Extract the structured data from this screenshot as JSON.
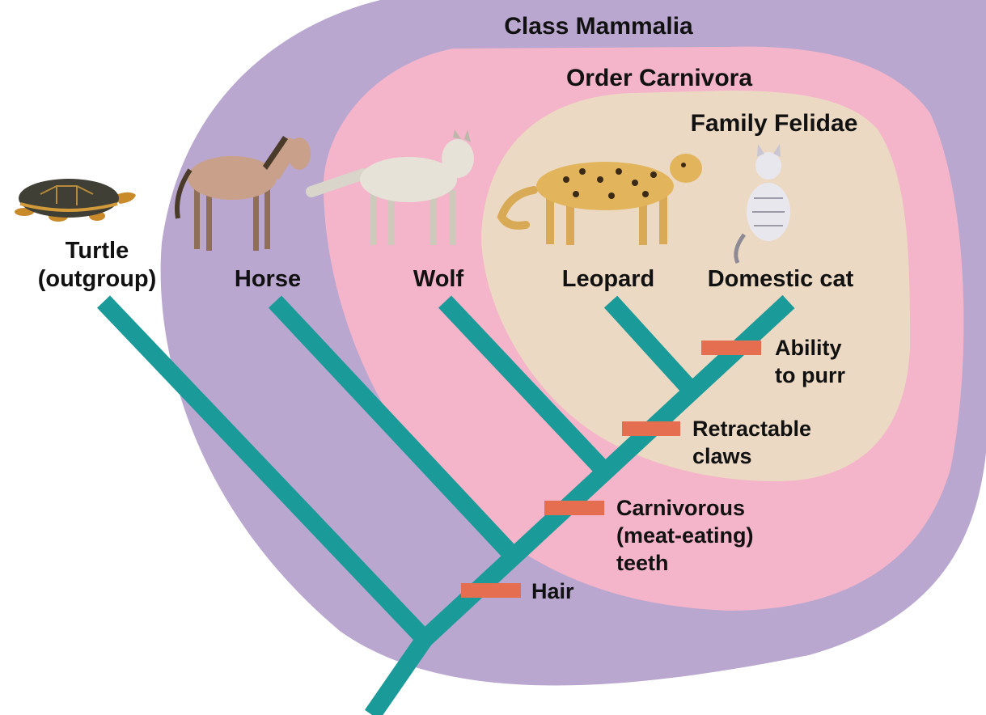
{
  "groups": {
    "class": {
      "label": "Class Mammalia",
      "color": "#b9a7d0"
    },
    "order": {
      "label": "Order Carnivora",
      "color": "#f4b4c9"
    },
    "family": {
      "label": "Family Felidae",
      "color": "#ecd9c3"
    }
  },
  "taxa": {
    "turtle": {
      "line1": "Turtle",
      "line2": "(outgroup)"
    },
    "horse": {
      "label": "Horse"
    },
    "wolf": {
      "label": "Wolf"
    },
    "leopard": {
      "label": "Leopard"
    },
    "cat": {
      "label": "Domestic cat"
    }
  },
  "traits": {
    "hair": {
      "label": "Hair"
    },
    "carnivorous": {
      "line1": "Carnivorous",
      "line2": "(meat-eating)",
      "line3": "teeth"
    },
    "claws": {
      "line1": "Retractable",
      "line2": "claws"
    },
    "purr": {
      "line1": "Ability",
      "line2": "to purr"
    }
  },
  "colors": {
    "branch": "#1a9a98",
    "trait_marker": "#e46e4f"
  }
}
